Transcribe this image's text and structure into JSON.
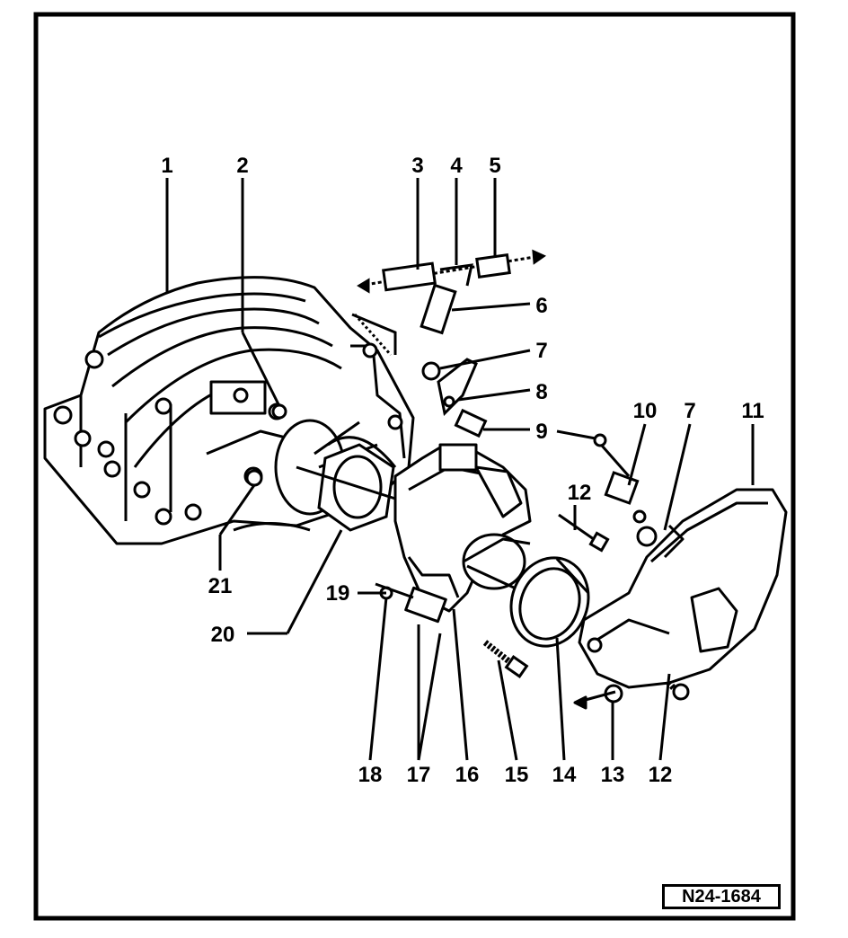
{
  "labels": [
    "1",
    "2",
    "3",
    "4",
    "5",
    "6",
    "7",
    "8",
    "9",
    "10",
    "7",
    "11",
    "12",
    "21",
    "19",
    "20",
    "18",
    "17",
    "16",
    "15",
    "14",
    "13",
    "12"
  ],
  "reference_code": "N24-1684"
}
